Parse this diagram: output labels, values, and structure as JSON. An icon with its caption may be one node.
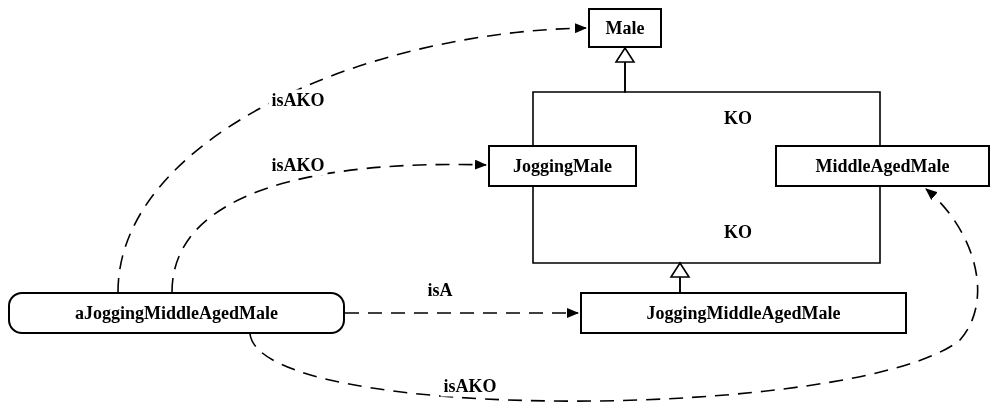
{
  "diagram": {
    "nodes": [
      {
        "text": [
          "Male"
        ]
      },
      {
        "text": [
          "JoggingMale"
        ]
      },
      {
        "text": [
          "MiddleAgedMale"
        ]
      },
      {
        "text": [
          "aJoggingMiddleAgedMale"
        ]
      },
      {
        "text": [
          "JoggingMiddleAgedMale"
        ]
      }
    ],
    "edges": [
      {
        "from": 3,
        "to": 0,
        "arrow": "to",
        "label": "isAKO",
        "style": "dashed"
      },
      {
        "from": 3,
        "to": 1,
        "arrow": "to",
        "label": "isAKO",
        "style": "dashed"
      },
      {
        "from": 3,
        "to": 4,
        "arrow": "to",
        "label": "isA",
        "style": "dashed"
      },
      {
        "from": 3,
        "to": 2,
        "arrow": "to",
        "label": "isAKO",
        "style": "dashed"
      },
      {
        "from": 1,
        "to": 0,
        "arrow": "to"
      },
      {
        "from": 2,
        "to": 0,
        "arrow": "to"
      },
      {
        "from": 4,
        "to": 1,
        "arrow": "to"
      },
      {
        "from": 4,
        "to": 2,
        "arrow": "to"
      }
    ],
    "labels": [
      "KO",
      "KO"
    ]
  }
}
